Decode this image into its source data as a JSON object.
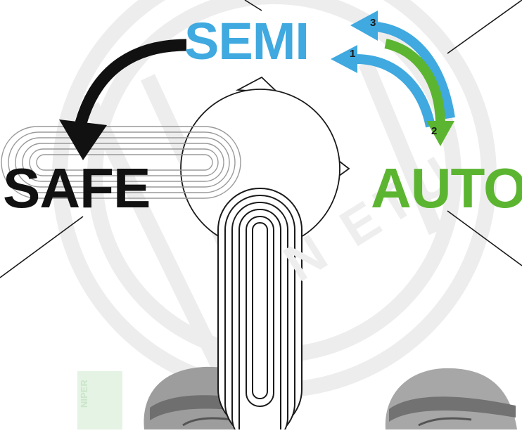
{
  "diagram": {
    "labels": {
      "semi": "SEMI",
      "safe": "SAFE",
      "auto": "AUTO"
    },
    "steps": {
      "one": "1",
      "two": "2",
      "three": "3"
    },
    "watermark": {
      "main": "N ETU",
      "side": "NIPER"
    },
    "colors": {
      "semi": "#3fa9e0",
      "safe": "#111111",
      "auto": "#5cb531",
      "arrow_blue": "#3fa9e0",
      "arrow_green": "#5cb531",
      "safe_arrow": "#111111",
      "watermark": "#eeeeee",
      "outline": "#1a1a1a"
    },
    "icons": [
      "selector-lever-icon",
      "watermark-logo-icon",
      "curved-arrow-icon"
    ]
  }
}
